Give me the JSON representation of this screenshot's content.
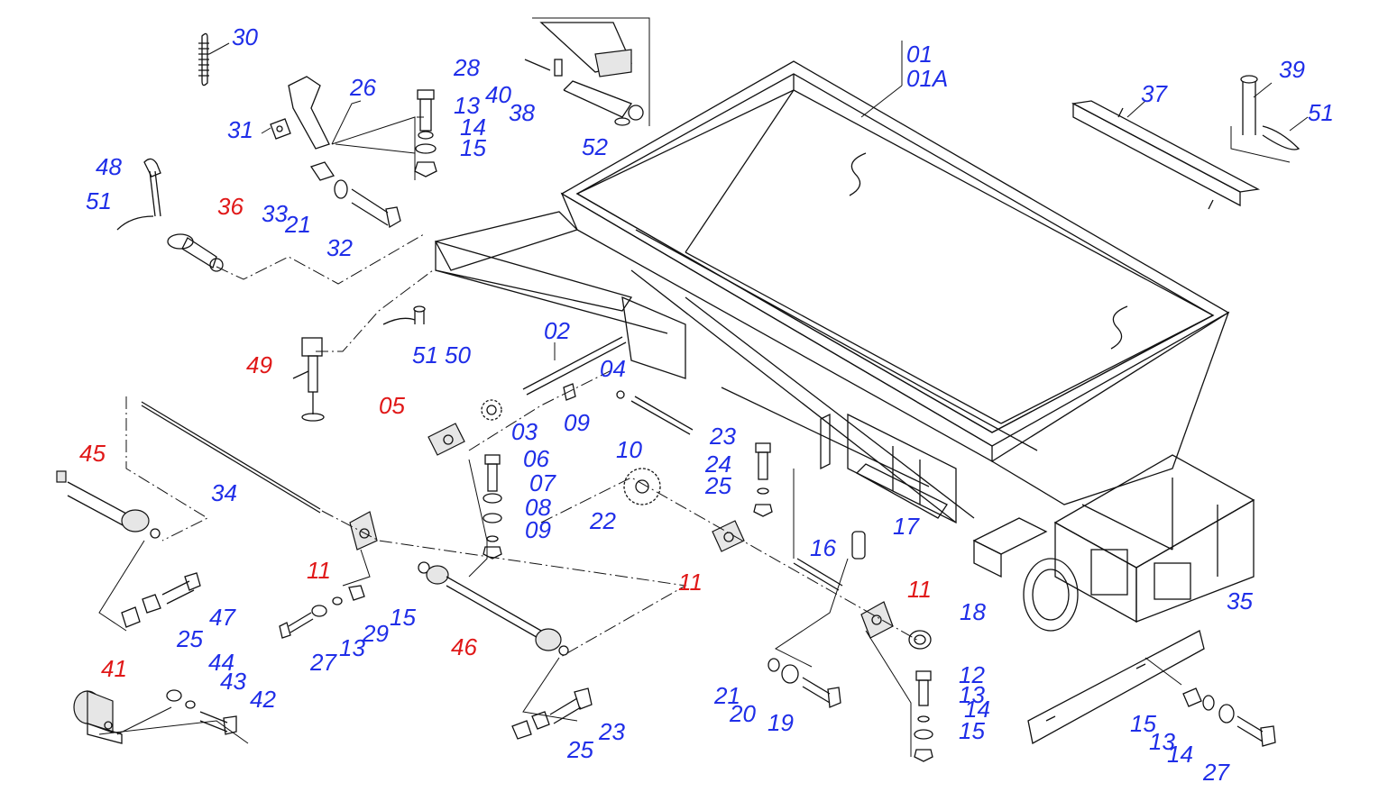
{
  "colors": {
    "standard": "#1f2ee8",
    "highlight": "#e01818",
    "line": "#111111"
  },
  "callouts": [
    {
      "id": "c30",
      "text": "30",
      "color": "blue"
    },
    {
      "id": "c26",
      "text": "26",
      "color": "blue"
    },
    {
      "id": "c31",
      "text": "31",
      "color": "blue"
    },
    {
      "id": "c28",
      "text": "28",
      "color": "blue"
    },
    {
      "id": "c13a",
      "text": "13",
      "color": "blue"
    },
    {
      "id": "c14a",
      "text": "14",
      "color": "blue"
    },
    {
      "id": "c15a",
      "text": "15",
      "color": "blue"
    },
    {
      "id": "c40",
      "text": "40",
      "color": "blue"
    },
    {
      "id": "c38",
      "text": "38",
      "color": "blue"
    },
    {
      "id": "c52",
      "text": "52",
      "color": "blue"
    },
    {
      "id": "c01",
      "text": "01",
      "color": "blue"
    },
    {
      "id": "c01A",
      "text": "01A",
      "color": "blue"
    },
    {
      "id": "c37",
      "text": "37",
      "color": "blue"
    },
    {
      "id": "c39",
      "text": "39",
      "color": "blue"
    },
    {
      "id": "c51a",
      "text": "51",
      "color": "blue"
    },
    {
      "id": "c48",
      "text": "48",
      "color": "blue"
    },
    {
      "id": "c51b",
      "text": "51",
      "color": "blue"
    },
    {
      "id": "c36",
      "text": "36",
      "color": "red"
    },
    {
      "id": "c33",
      "text": "33",
      "color": "blue"
    },
    {
      "id": "c21a",
      "text": "21",
      "color": "blue"
    },
    {
      "id": "c32",
      "text": "32",
      "color": "blue"
    },
    {
      "id": "c51c",
      "text": "51",
      "color": "blue"
    },
    {
      "id": "c50",
      "text": "50",
      "color": "blue"
    },
    {
      "id": "c49",
      "text": "49",
      "color": "red"
    },
    {
      "id": "c02",
      "text": "02",
      "color": "blue"
    },
    {
      "id": "c04",
      "text": "04",
      "color": "blue"
    },
    {
      "id": "c05",
      "text": "05",
      "color": "red"
    },
    {
      "id": "c03",
      "text": "03",
      "color": "blue"
    },
    {
      "id": "c09a",
      "text": "09",
      "color": "blue"
    },
    {
      "id": "c10",
      "text": "10",
      "color": "blue"
    },
    {
      "id": "c45",
      "text": "45",
      "color": "red"
    },
    {
      "id": "c34",
      "text": "34",
      "color": "blue"
    },
    {
      "id": "c06",
      "text": "06",
      "color": "blue"
    },
    {
      "id": "c07",
      "text": "07",
      "color": "blue"
    },
    {
      "id": "c08",
      "text": "08",
      "color": "blue"
    },
    {
      "id": "c09b",
      "text": "09",
      "color": "blue"
    },
    {
      "id": "c22",
      "text": "22",
      "color": "blue"
    },
    {
      "id": "c23a",
      "text": "23",
      "color": "blue"
    },
    {
      "id": "c24",
      "text": "24",
      "color": "blue"
    },
    {
      "id": "c25a",
      "text": "25",
      "color": "blue"
    },
    {
      "id": "c17",
      "text": "17",
      "color": "blue"
    },
    {
      "id": "c16",
      "text": "16",
      "color": "blue"
    },
    {
      "id": "c11a",
      "text": "11",
      "color": "red"
    },
    {
      "id": "c11b",
      "text": "11",
      "color": "red"
    },
    {
      "id": "c11c",
      "text": "11",
      "color": "red"
    },
    {
      "id": "c18",
      "text": "18",
      "color": "blue"
    },
    {
      "id": "c35",
      "text": "35",
      "color": "blue"
    },
    {
      "id": "c47",
      "text": "47",
      "color": "blue"
    },
    {
      "id": "c25b",
      "text": "25",
      "color": "blue"
    },
    {
      "id": "c15b",
      "text": "15",
      "color": "blue"
    },
    {
      "id": "c29",
      "text": "29",
      "color": "blue"
    },
    {
      "id": "c13b",
      "text": "13",
      "color": "blue"
    },
    {
      "id": "c27a",
      "text": "27",
      "color": "blue"
    },
    {
      "id": "c46",
      "text": "46",
      "color": "red"
    },
    {
      "id": "c41",
      "text": "41",
      "color": "red"
    },
    {
      "id": "c44",
      "text": "44",
      "color": "blue"
    },
    {
      "id": "c43",
      "text": "43",
      "color": "blue"
    },
    {
      "id": "c42",
      "text": "42",
      "color": "blue"
    },
    {
      "id": "c23b",
      "text": "23",
      "color": "blue"
    },
    {
      "id": "c25c",
      "text": "25",
      "color": "blue"
    },
    {
      "id": "c21b",
      "text": "21",
      "color": "blue"
    },
    {
      "id": "c20",
      "text": "20",
      "color": "blue"
    },
    {
      "id": "c19",
      "text": "19",
      "color": "blue"
    },
    {
      "id": "c12",
      "text": "12",
      "color": "blue"
    },
    {
      "id": "c13c",
      "text": "13",
      "color": "blue"
    },
    {
      "id": "c14b",
      "text": "14",
      "color": "blue"
    },
    {
      "id": "c15c",
      "text": "15",
      "color": "blue"
    },
    {
      "id": "c15d",
      "text": "15",
      "color": "blue"
    },
    {
      "id": "c13d",
      "text": "13",
      "color": "blue"
    },
    {
      "id": "c14c",
      "text": "14",
      "color": "blue"
    },
    {
      "id": "c27b",
      "text": "27",
      "color": "blue"
    }
  ]
}
